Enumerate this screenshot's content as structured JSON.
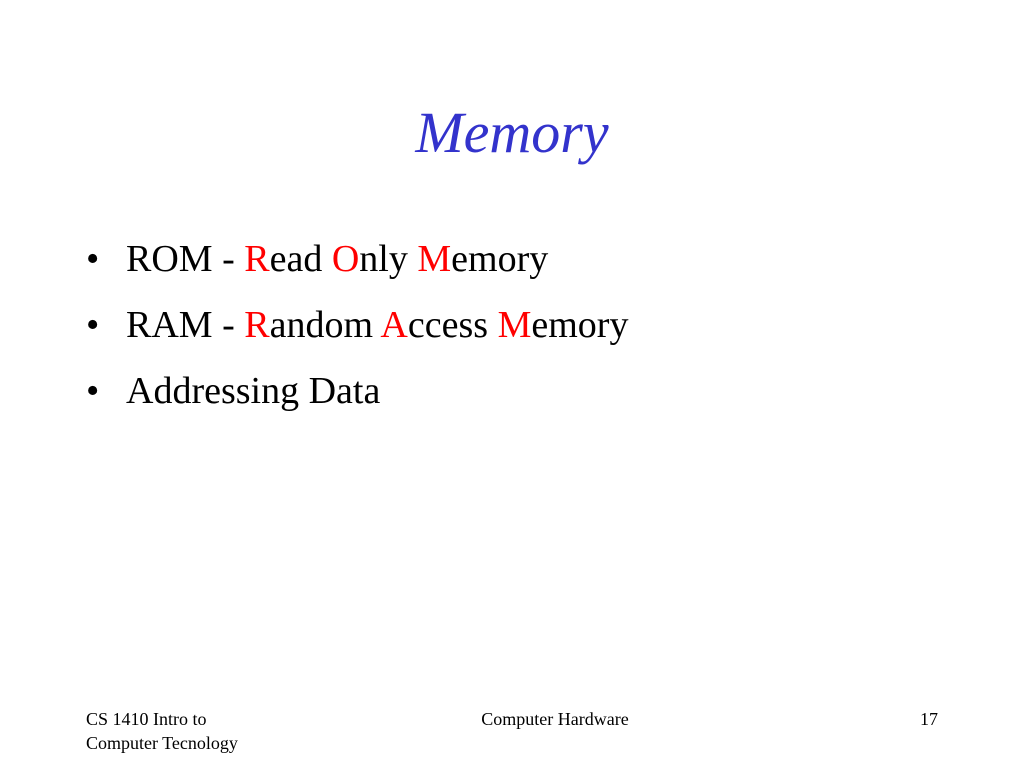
{
  "slide": {
    "title": "Memory",
    "colors": {
      "title": "#3333cc",
      "accent": "#ff0000",
      "text": "#000000",
      "background": "#ffffff"
    },
    "bullet_symbol": "•",
    "bullets": [
      {
        "prefix": "ROM - ",
        "parts": [
          {
            "initial": "R",
            "rest": "ead "
          },
          {
            "initial": "O",
            "rest": "nly "
          },
          {
            "initial": "M",
            "rest": "emory"
          }
        ]
      },
      {
        "prefix": "RAM - ",
        "parts": [
          {
            "initial": "R",
            "rest": "andom "
          },
          {
            "initial": "A",
            "rest": "ccess "
          },
          {
            "initial": "M",
            "rest": "emory"
          }
        ]
      },
      {
        "text": "Addressing Data"
      }
    ],
    "footer": {
      "left_line1": "CS 1410 Intro to",
      "left_line2": "Computer Tecnology",
      "center": "Computer Hardware",
      "page_number": "17"
    }
  }
}
